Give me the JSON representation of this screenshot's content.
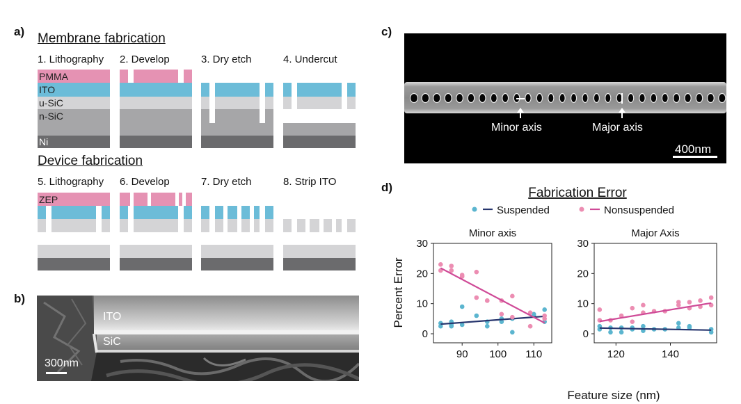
{
  "panel_labels": {
    "a": "a)",
    "b": "b)",
    "c": "c)",
    "d": "d)"
  },
  "membrane": {
    "title": "Membrane fabrication",
    "steps": [
      "1. Lithography",
      "2. Develop",
      "3. Dry etch",
      "4. Undercut"
    ],
    "layers": [
      "PMMA",
      "ITO",
      "u-SiC",
      "n-SiC",
      "Ni"
    ]
  },
  "device": {
    "title": "Device fabrication",
    "steps": [
      "5. Lithography",
      "6. Develop",
      "7. Dry etch",
      "8. Strip ITO"
    ],
    "layers": [
      "ZEP"
    ]
  },
  "sem_b": {
    "ito_label": "ITO",
    "sic_label": "SiC",
    "scale": "300nm"
  },
  "sem_c": {
    "minor_label": "Minor axis",
    "major_label": "Major axis",
    "scale": "400nm"
  },
  "colors": {
    "resist": "#e592b3",
    "ito": "#6cbcd8",
    "usic": "#d4d4d6",
    "nsic": "#a6a6a8",
    "ni": "#6b6b6d",
    "suspended_point": "#5bb5cf",
    "suspended_line": "#27366e",
    "nonsuspended_point": "#ec8db2",
    "nonsuspended_line": "#cf4a97"
  },
  "chart_data": {
    "type": "scatter",
    "title": "Fabrication Error",
    "legend": [
      "Suspended",
      "Nonsuspended"
    ],
    "xlabel": "Feature size (nm)",
    "ylabel": "Percent Error",
    "subplots": [
      {
        "title": "Minor axis",
        "xlim": [
          82,
          115
        ],
        "ylim": [
          -3,
          30
        ],
        "xticks": [
          90,
          100,
          110
        ],
        "yticks": [
          0,
          10,
          20,
          30
        ],
        "series": [
          {
            "name": "Suspended",
            "x": [
              84,
              84,
              87,
              87,
              87,
              90,
              90,
              94,
              97,
              97,
              101,
              101,
              104,
              104,
              110,
              110,
              113,
              113
            ],
            "y": [
              3.5,
              2.5,
              4,
              2.5,
              3,
              9,
              3,
              6,
              4,
              2.5,
              4,
              5,
              5,
              0.5,
              6,
              6.5,
              8,
              4
            ],
            "fit": [
              [
                84,
                3.2
              ],
              [
                113,
                5.8
              ]
            ]
          },
          {
            "name": "Nonsuspended",
            "x": [
              84,
              84,
              87,
              87,
              90,
              90,
              94,
              94,
              97,
              97,
              101,
              101,
              104,
              104,
              109,
              109,
              113,
              113
            ],
            "y": [
              23,
              21,
              22.5,
              21,
              19.5,
              19,
              20.5,
              12,
              11,
              11,
              11,
              6.5,
              12.5,
              5.5,
              2.5,
              7,
              5,
              6
            ],
            "fit": [
              [
                84,
                21.8
              ],
              [
                113,
                3.6
              ]
            ]
          }
        ]
      },
      {
        "title": "Major Axis",
        "xlim": [
          112,
          157
        ],
        "ylim": [
          -3,
          30
        ],
        "xticks": [
          120,
          140
        ],
        "yticks": [
          0,
          10,
          20,
          30
        ],
        "series": [
          {
            "name": "Suspended",
            "x": [
              114,
              114,
              118,
              118,
              122,
              122,
              126,
              126,
              130,
              130,
              134,
              138,
              143,
              143,
              147,
              147,
              155,
              155
            ],
            "y": [
              2.5,
              1.5,
              2,
              0.5,
              2,
              0.5,
              2,
              1.5,
              2.5,
              1,
              1.5,
              1.5,
              3.5,
              2,
              2.5,
              2,
              1.5,
              0.5
            ],
            "fit": [
              [
                114,
                1.9
              ],
              [
                155,
                1.2
              ]
            ]
          },
          {
            "name": "Nonsuspended",
            "x": [
              114,
              114,
              118,
              122,
              126,
              126,
              130,
              130,
              134,
              138,
              143,
              143,
              147,
              147,
              151,
              151,
              155,
              155
            ],
            "y": [
              8,
              4.5,
              4.5,
              6,
              8.5,
              4,
              9.5,
              7,
              7.5,
              7.5,
              10.5,
              9.5,
              10.5,
              8.5,
              11,
              9,
              12,
              9.5
            ],
            "fit": [
              [
                114,
                4.1
              ],
              [
                155,
                10.2
              ]
            ]
          }
        ]
      }
    ]
  }
}
